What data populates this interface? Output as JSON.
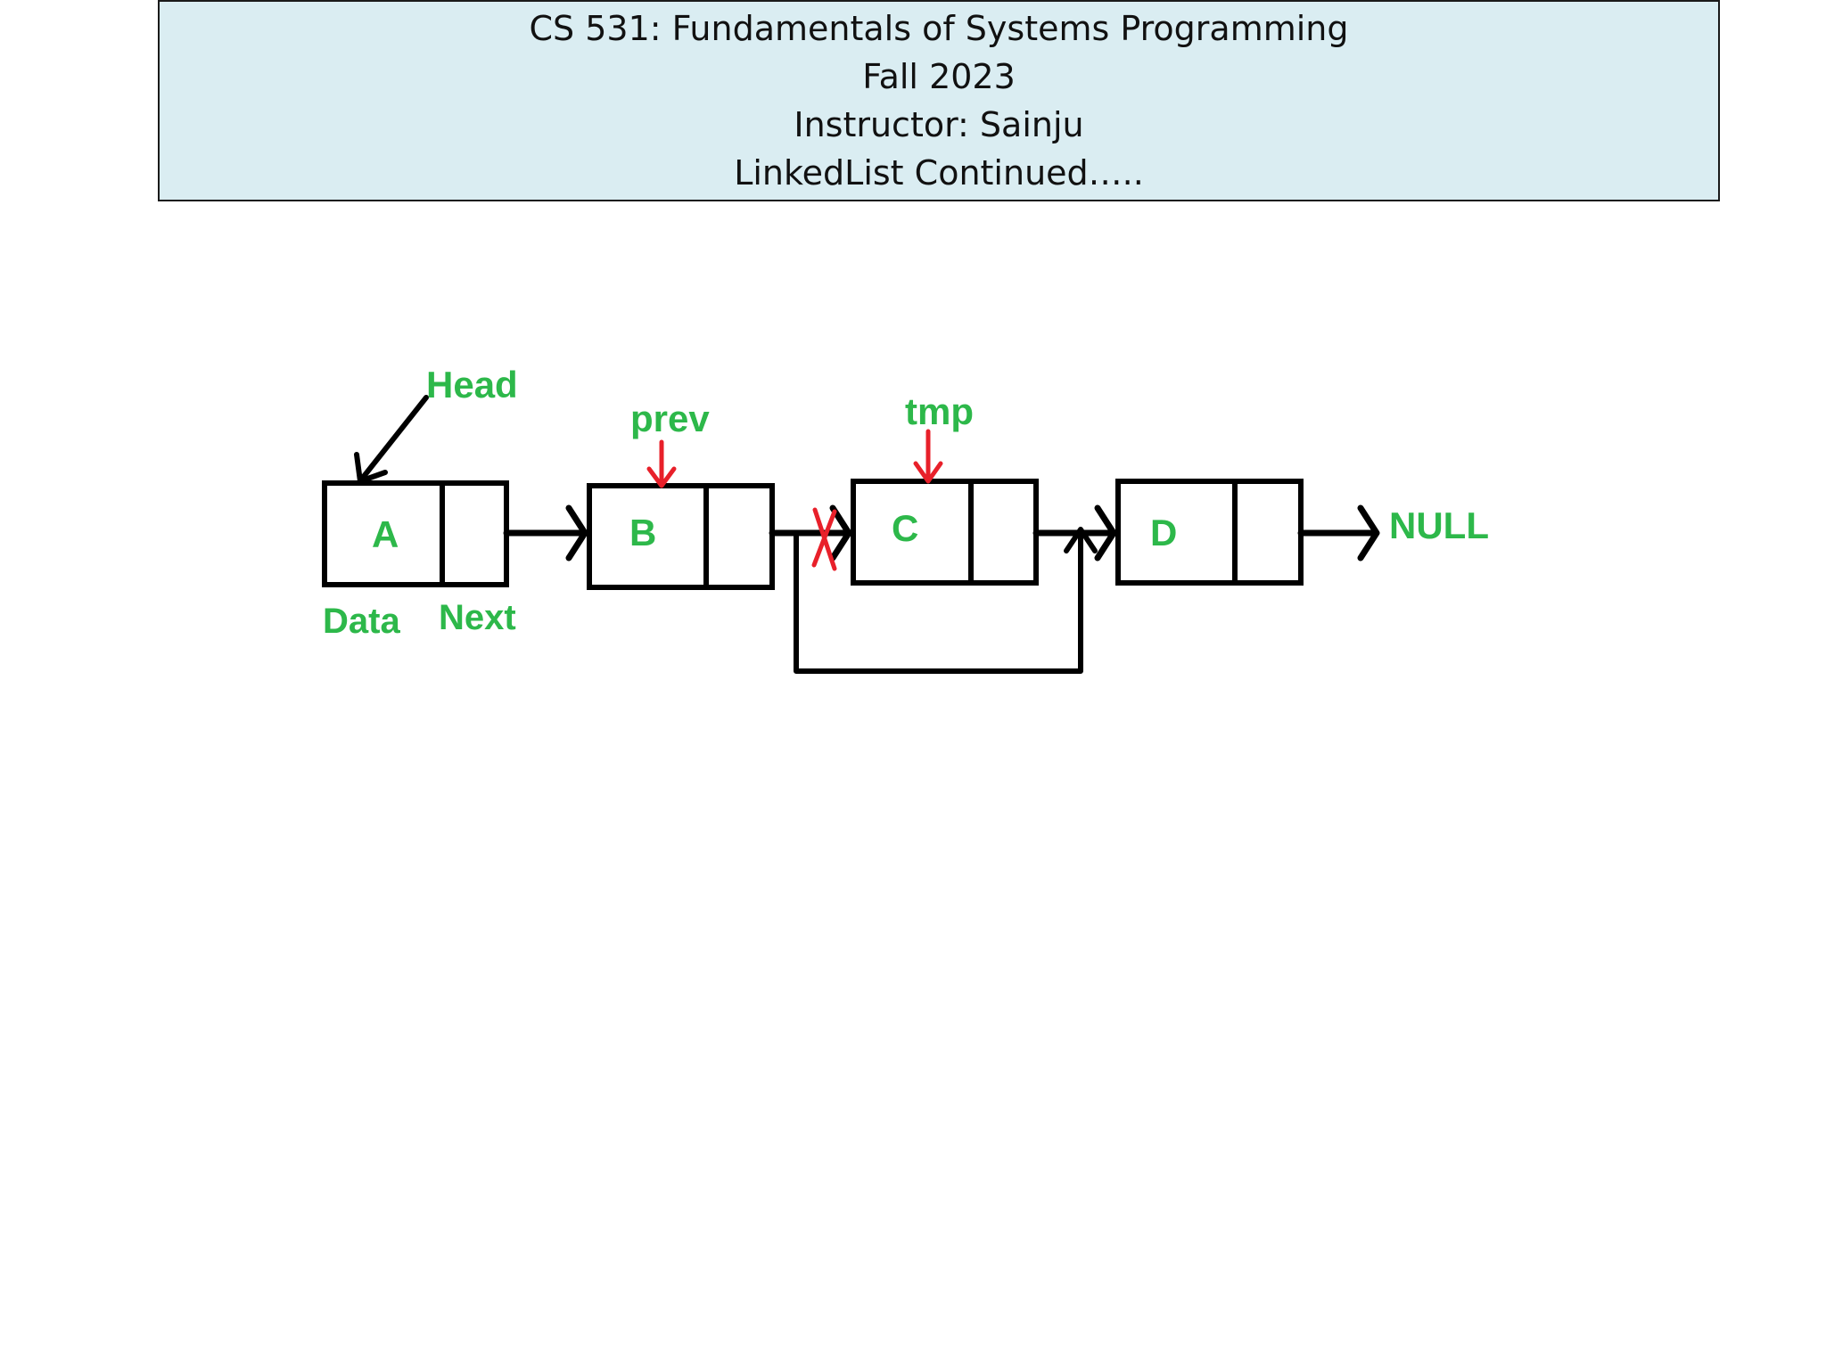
{
  "header": {
    "lines": [
      "CS 531: Fundamentals of Systems Programming",
      "Fall 2023",
      "Instructor: Sainju",
      "LinkedList Continued….."
    ]
  },
  "diagram": {
    "nodes": [
      {
        "id": "A",
        "label": "A"
      },
      {
        "id": "B",
        "label": "B"
      },
      {
        "id": "C",
        "label": "C"
      },
      {
        "id": "D",
        "label": "D"
      }
    ],
    "pointers": {
      "head": "Head",
      "prev": "prev",
      "tmp": "tmp"
    },
    "field_labels": {
      "data": "Data",
      "next": "Next"
    },
    "terminal": "NULL",
    "colors": {
      "label_green": "#2db84a",
      "pointer_red": "#e8202a",
      "line_black": "#000000"
    }
  }
}
